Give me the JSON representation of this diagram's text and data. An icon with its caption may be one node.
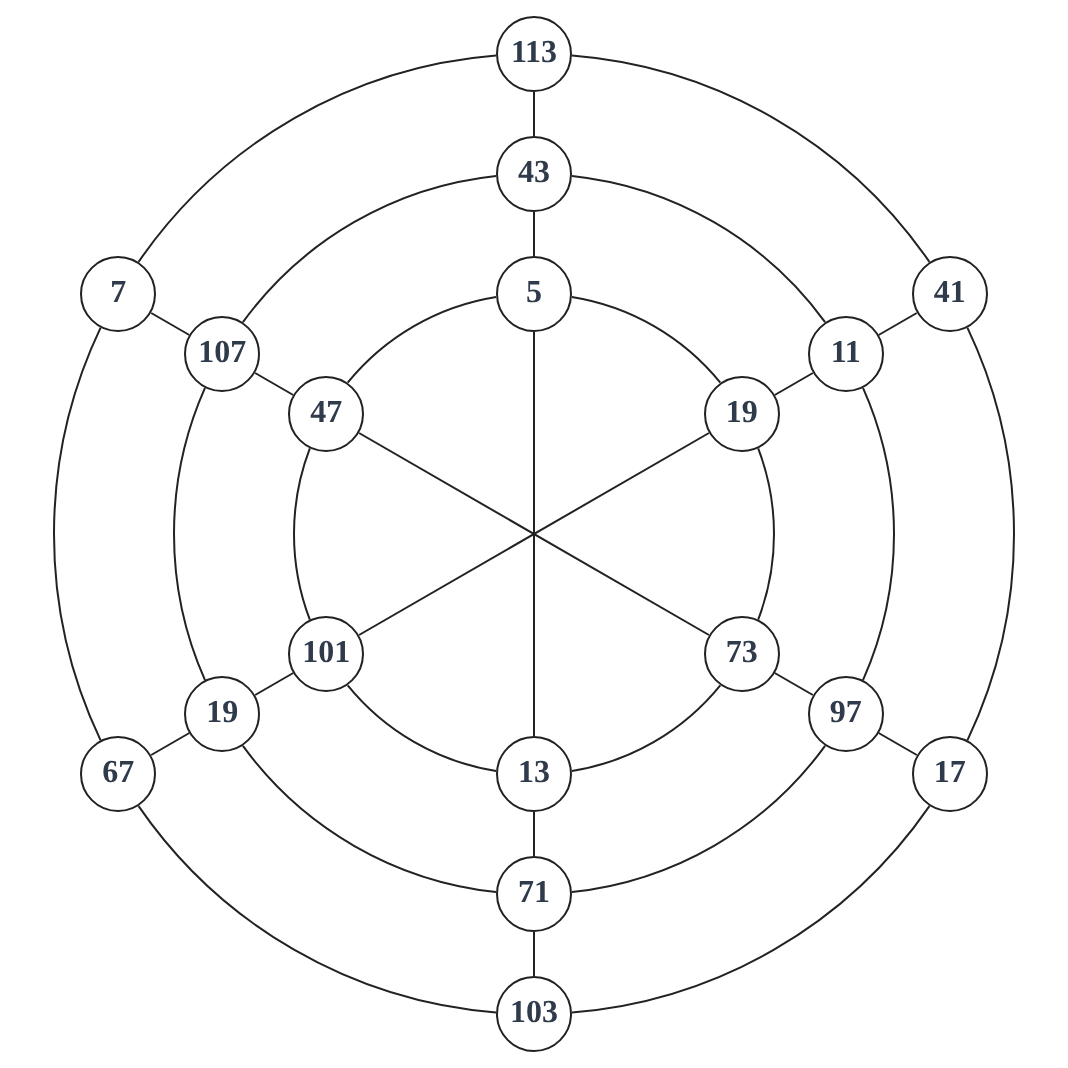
{
  "diagram": {
    "nodes": [
      {
        "text": [
          "113"
        ]
      },
      {
        "text": [
          "43"
        ]
      },
      {
        "text": [
          "7"
        ]
      },
      {
        "text": [
          "41"
        ]
      },
      {
        "text": [
          "107"
        ]
      },
      {
        "text": [
          "5"
        ]
      },
      {
        "text": [
          "11"
        ]
      },
      {
        "text": [
          "47"
        ]
      },
      {
        "text": [
          "19"
        ]
      },
      {
        "text": [
          "101"
        ]
      },
      {
        "text": [
          "73"
        ]
      },
      {
        "text": [
          "19"
        ]
      },
      {
        "text": [
          "97"
        ]
      },
      {
        "text": [
          "67"
        ]
      },
      {
        "text": [
          "13"
        ]
      },
      {
        "text": [
          "17"
        ]
      },
      {
        "text": [
          "71"
        ]
      },
      {
        "text": [
          "103"
        ]
      }
    ],
    "edges": [
      {
        "from": 5,
        "to": 8,
        "arrow": "none"
      },
      {
        "from": 8,
        "to": 10,
        "arrow": "none"
      },
      {
        "from": 10,
        "to": 14,
        "arrow": "none"
      },
      {
        "from": 14,
        "to": 9,
        "arrow": "none"
      },
      {
        "from": 9,
        "to": 7,
        "arrow": "none"
      },
      {
        "from": 7,
        "to": 5,
        "arrow": "none"
      },
      {
        "from": 1,
        "to": 6,
        "arrow": "none"
      },
      {
        "from": 6,
        "to": 12,
        "arrow": "none"
      },
      {
        "from": 12,
        "to": 16,
        "arrow": "none"
      },
      {
        "from": 16,
        "to": 11,
        "arrow": "none"
      },
      {
        "from": 11,
        "to": 4,
        "arrow": "none"
      },
      {
        "from": 4,
        "to": 1,
        "arrow": "none"
      },
      {
        "from": 0,
        "to": 3,
        "arrow": "none"
      },
      {
        "from": 3,
        "to": 15,
        "arrow": "none"
      },
      {
        "from": 15,
        "to": 17,
        "arrow": "none"
      },
      {
        "from": 17,
        "to": 13,
        "arrow": "none"
      },
      {
        "from": 13,
        "to": 2,
        "arrow": "none"
      },
      {
        "from": 2,
        "to": 0,
        "arrow": "none"
      },
      {
        "from": 5,
        "to": 1,
        "arrow": "none"
      },
      {
        "from": 1,
        "to": 0,
        "arrow": "none"
      },
      {
        "from": 8,
        "to": 6,
        "arrow": "none"
      },
      {
        "from": 6,
        "to": 3,
        "arrow": "none"
      },
      {
        "from": 10,
        "to": 12,
        "arrow": "none"
      },
      {
        "from": 12,
        "to": 15,
        "arrow": "none"
      },
      {
        "from": 14,
        "to": 16,
        "arrow": "none"
      },
      {
        "from": 16,
        "to": 17,
        "arrow": "none"
      },
      {
        "from": 9,
        "to": 11,
        "arrow": "none"
      },
      {
        "from": 11,
        "to": 13,
        "arrow": "none"
      },
      {
        "from": 7,
        "to": 4,
        "arrow": "none"
      },
      {
        "from": 4,
        "to": 2,
        "arrow": "none"
      },
      {
        "from": 5,
        "to": 14,
        "arrow": "none"
      },
      {
        "from": 7,
        "to": 10,
        "arrow": "none"
      },
      {
        "from": 8,
        "to": 9,
        "arrow": "none"
      }
    ]
  }
}
